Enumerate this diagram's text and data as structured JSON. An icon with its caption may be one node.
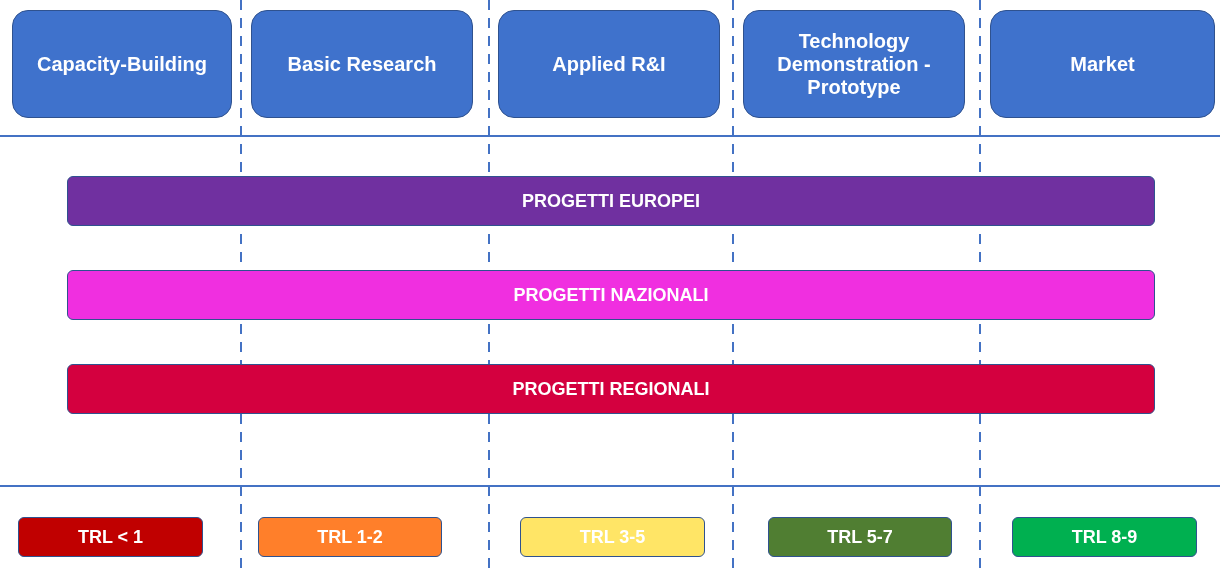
{
  "diagram": {
    "nodes": [
      {
        "text": [
          "Capacity-Building"
        ]
      },
      {
        "text": [
          "Basic Research"
        ]
      },
      {
        "text": [
          "Applied R&I"
        ]
      },
      {
        "text": [
          "Technology Demonstration - Prototype"
        ]
      },
      {
        "text": [
          "Market"
        ]
      },
      {
        "text": [
          "PROGETTI EUROPEI"
        ]
      },
      {
        "text": [
          "PROGETTI NAZIONALI"
        ]
      },
      {
        "text": [
          "PROGETTI REGIONALI"
        ]
      },
      {
        "text": [
          "TRL < 1"
        ]
      },
      {
        "text": [
          "TRL 1-2"
        ]
      },
      {
        "text": [
          "TRL 3-5"
        ]
      },
      {
        "text": [
          "TRL 5-7"
        ]
      },
      {
        "text": [
          "TRL 8-9"
        ]
      }
    ]
  }
}
